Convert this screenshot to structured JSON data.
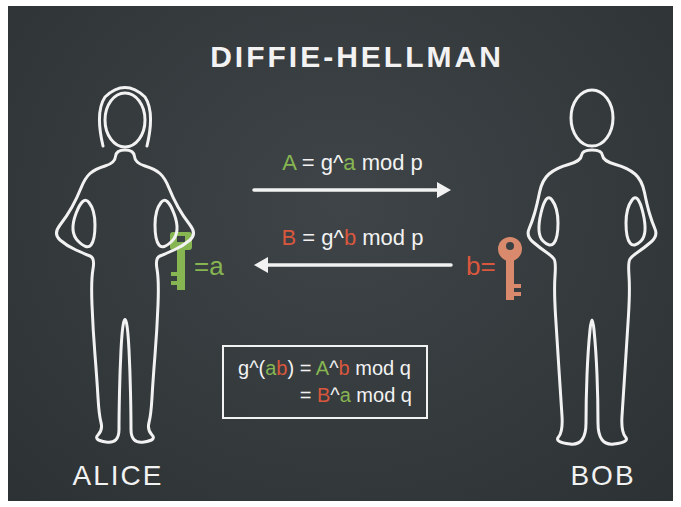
{
  "diagram": {
    "title": "DIFFIE-HELLMAN",
    "nodes": [
      {
        "text": [
          "ALICE"
        ]
      },
      {
        "text": [
          "BOB"
        ]
      },
      {
        "text": [
          "g^(ab) = A^b mod q = B^a mod q"
        ]
      }
    ],
    "edges": [
      {
        "from": 0,
        "to": 1,
        "arrow": "to",
        "label": "A = g^a mod p"
      },
      {
        "from": 1,
        "to": 0,
        "arrow": "to",
        "label": "B = g^b mod p"
      }
    ],
    "labels": [
      "=a",
      "b="
    ]
  }
}
